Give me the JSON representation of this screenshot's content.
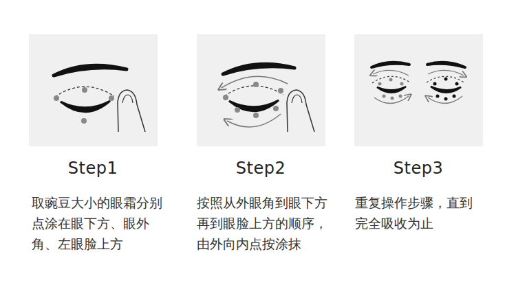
{
  "diagram": {
    "labels": [
      "Step1",
      "取豌豆大小的眼霜分别点涂在眼下方、眼外角、左眼脸上方",
      "Step2",
      "按照从外眼角到眼下方再到眼脸上方的顺序，由外向内点按涂抹",
      "Step3",
      "重复操作步骤，直到完全吸收为止"
    ]
  }
}
